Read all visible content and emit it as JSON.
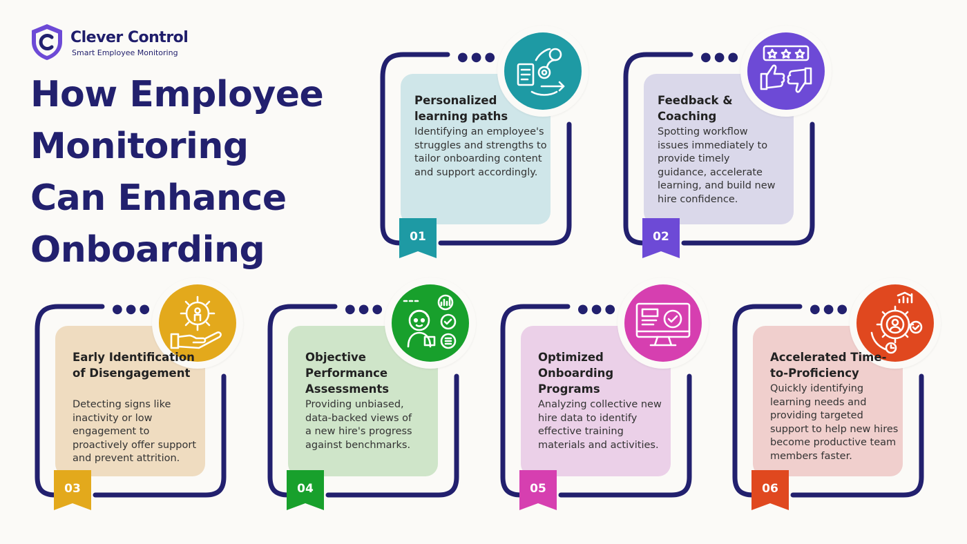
{
  "brand": {
    "name": "Clever Control",
    "tagline": "Smart Employee Monitoring",
    "icon": "shield-c-logo"
  },
  "headline": {
    "lines": [
      "How Employee",
      "Monitoring",
      "Can Enhance",
      "Onboarding"
    ]
  },
  "colors": {
    "navy": "#22206e",
    "teal": "#1e9aa4",
    "purple": "#6d4ad6",
    "yellow": "#e3a91c",
    "green": "#18a02c",
    "magenta": "#d63fb0",
    "red": "#e0481f"
  },
  "cards": [
    {
      "number": "01",
      "title": "Personalized learning paths",
      "description": "Identifying an employee's struggles and strengths to tailor onboarding content and support accordingly.",
      "icon": "learning-path-icon",
      "accent": "#1e9aa4",
      "panel": "#cfe6e9"
    },
    {
      "number": "02",
      "title": "Feedback & Coaching",
      "description": "Spotting workflow issues immediately to provide timely guidance, accelerate learning, and build new hire confidence.",
      "icon": "feedback-thumbs-icon",
      "accent": "#6d4ad6",
      "panel": "#dad8ea"
    },
    {
      "number": "03",
      "title": "Early Identification of Disengagement",
      "description": "Detecting signs like inactivity or low engagement to proactively offer support and prevent attrition.",
      "icon": "gear-hand-icon",
      "accent": "#e3a91c",
      "panel": "#efdcc0"
    },
    {
      "number": "04",
      "title": "Objective Performance Assessments",
      "description": "Providing unbiased, data-backed views of a new hire's progress against benchmarks.",
      "icon": "performance-person-icon",
      "accent": "#18a02c",
      "panel": "#cfe5c9"
    },
    {
      "number": "05",
      "title": "Optimized Onboarding Programs",
      "description": "Analyzing collective new hire data to identify effective training materials and activities.",
      "icon": "monitor-check-icon",
      "accent": "#d63fb0",
      "panel": "#ebd0e8"
    },
    {
      "number": "06",
      "title": "Accelerated Time-to-Proficiency",
      "description": "Quickly identifying learning needs and providing targeted support to help new hires become productive team members faster.",
      "icon": "growth-gear-icon",
      "accent": "#e0481f",
      "panel": "#f0cfcd"
    }
  ]
}
